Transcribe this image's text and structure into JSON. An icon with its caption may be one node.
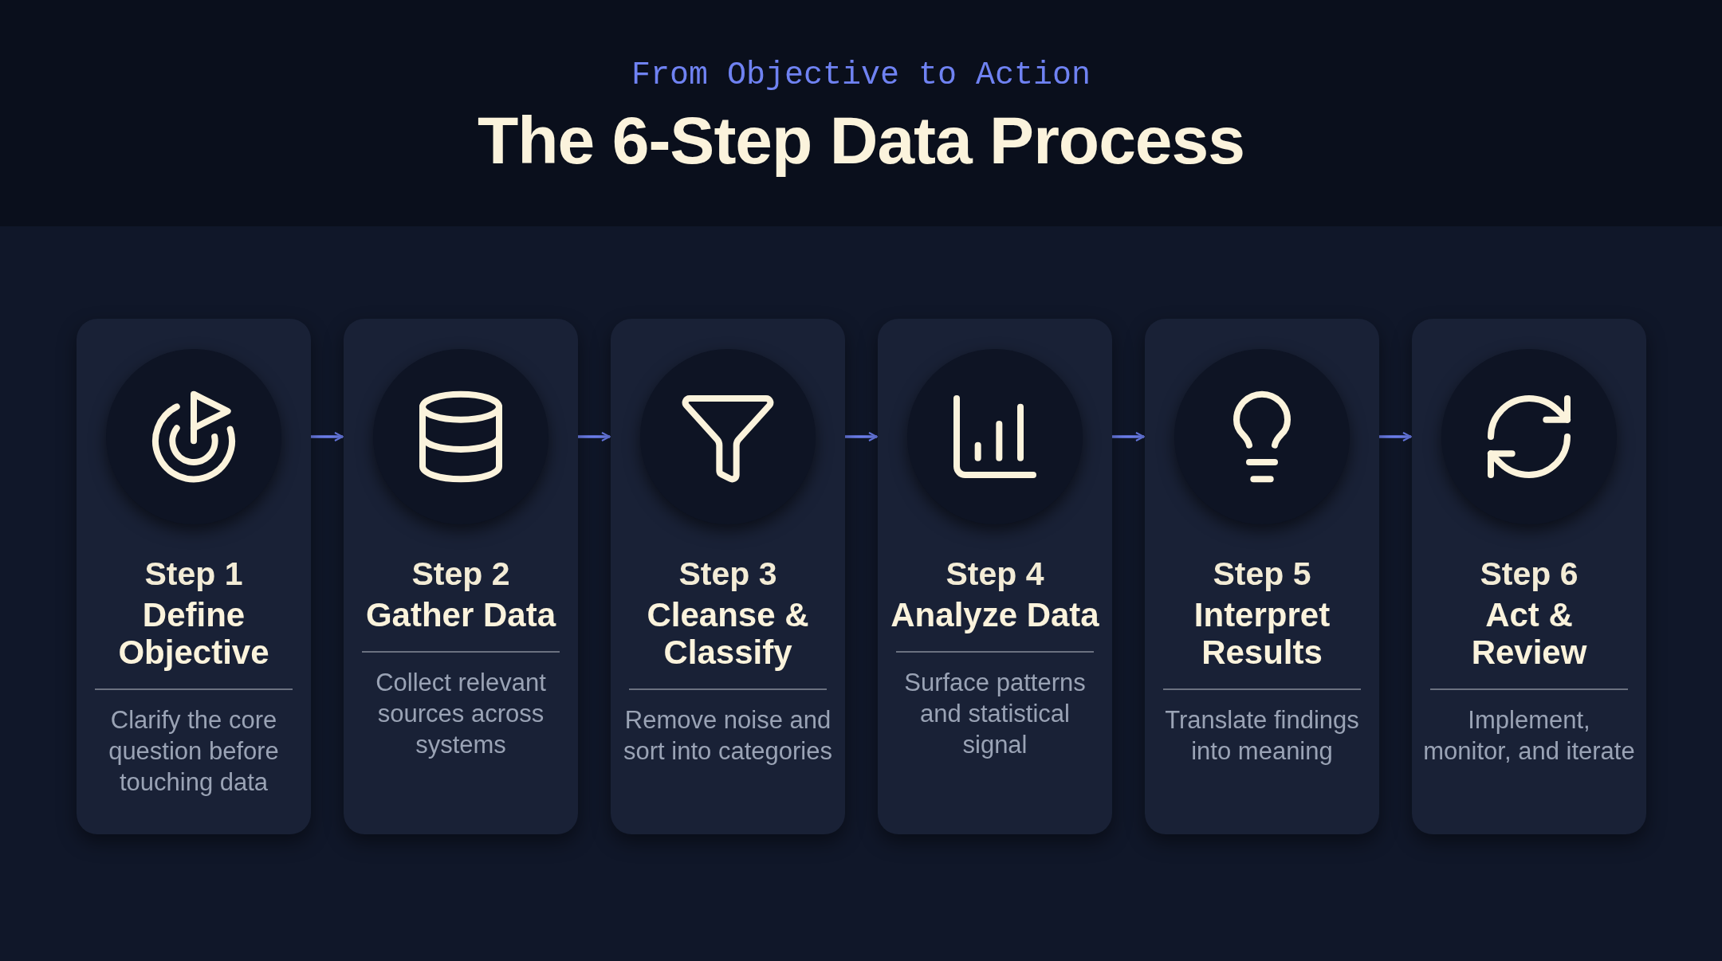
{
  "diagram": {
    "title": "The 6-Step Data Process",
    "nodes": [
      {
        "text": [
          "Step 1",
          "Define Objective",
          "Clarify the core question before touching data"
        ]
      },
      {
        "text": [
          "Step 2",
          "Gather Data",
          "Collect relevant sources across systems"
        ]
      },
      {
        "text": [
          "Step 3",
          "Cleanse & Classify",
          "Remove noise and sort into categories"
        ]
      },
      {
        "text": [
          "Step 4",
          "Analyze Data",
          "Surface patterns and statistical signal"
        ]
      },
      {
        "text": [
          "Step 5",
          "Interpret Results",
          "Translate findings into meaning"
        ]
      },
      {
        "text": [
          "Step 6",
          "Act & Review",
          "Implement, monitor, and iterate"
        ]
      }
    ],
    "edges": [
      {
        "from": 0,
        "to": 1,
        "arrow": "to"
      },
      {
        "from": 1,
        "to": 2,
        "arrow": "to"
      },
      {
        "from": 2,
        "to": 3,
        "arrow": "to"
      },
      {
        "from": 3,
        "to": 4,
        "arrow": "to"
      },
      {
        "from": 4,
        "to": 5,
        "arrow": "to"
      }
    ],
    "labels": [
      "From Objective to Action"
    ]
  }
}
